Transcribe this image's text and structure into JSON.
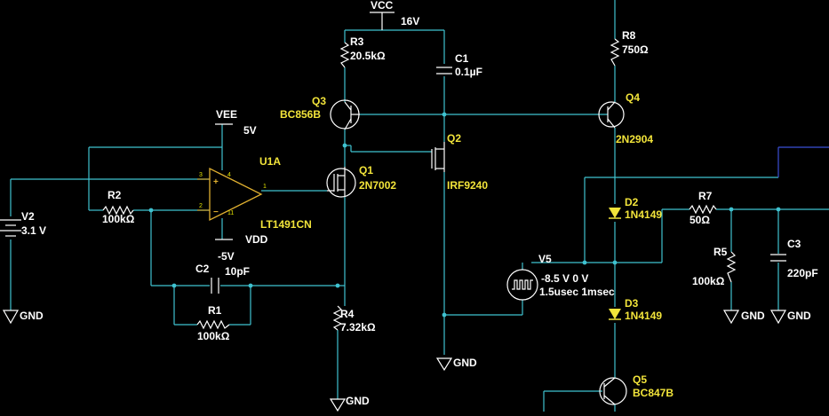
{
  "colors": {
    "background": "#000000",
    "wire": "#3fc2d0",
    "wire_blue": "#3b4fd6",
    "component": "#ffffff",
    "refdes": "#f2e43a",
    "opamp": "#e0b030",
    "diode": "#f2e43a"
  },
  "rails": {
    "vcc": {
      "name": "VCC",
      "value": "16V"
    },
    "vee": {
      "name": "VEE",
      "value": "5V"
    },
    "vdd": {
      "name": "VDD",
      "value": "-5V"
    }
  },
  "sources": {
    "v2": {
      "ref": "V2",
      "value": "3.1 V"
    },
    "v5": {
      "ref": "V5",
      "line1": "-8.5 V 0 V",
      "line2": "1.5usec 1msec"
    }
  },
  "opamp": {
    "ref": "U1A",
    "part": "LT1491CN",
    "pins": [
      "3",
      "2",
      "4",
      "11",
      "1"
    ]
  },
  "resistors": {
    "r1": {
      "ref": "R1",
      "value": "100kΩ"
    },
    "r2": {
      "ref": "R2",
      "value": "100kΩ"
    },
    "r3": {
      "ref": "R3",
      "value": "20.5kΩ"
    },
    "r4": {
      "ref": "R4",
      "value": "7.32kΩ"
    },
    "r5": {
      "ref": "R5",
      "value": "100kΩ"
    },
    "r7": {
      "ref": "R7",
      "value": "50Ω"
    },
    "r8": {
      "ref": "R8",
      "value": "750Ω"
    }
  },
  "capacitors": {
    "c1": {
      "ref": "C1",
      "value": "0.1µF"
    },
    "c2": {
      "ref": "C2",
      "value": "10pF"
    },
    "c3": {
      "ref": "C3",
      "value": "220pF"
    }
  },
  "transistors": {
    "q1": {
      "ref": "Q1",
      "part": "2N7002"
    },
    "q2": {
      "ref": "Q2",
      "part": "IRF9240"
    },
    "q3": {
      "ref": "Q3",
      "part": "BC856B"
    },
    "q4": {
      "ref": "Q4",
      "part": "2N2904"
    },
    "q5": {
      "ref": "Q5",
      "part": "BC847B"
    }
  },
  "diodes": {
    "d2": {
      "ref": "D2",
      "part": "1N4149"
    },
    "d3": {
      "ref": "D3",
      "part": "1N4149"
    }
  },
  "grounds": {
    "label": "GND"
  }
}
